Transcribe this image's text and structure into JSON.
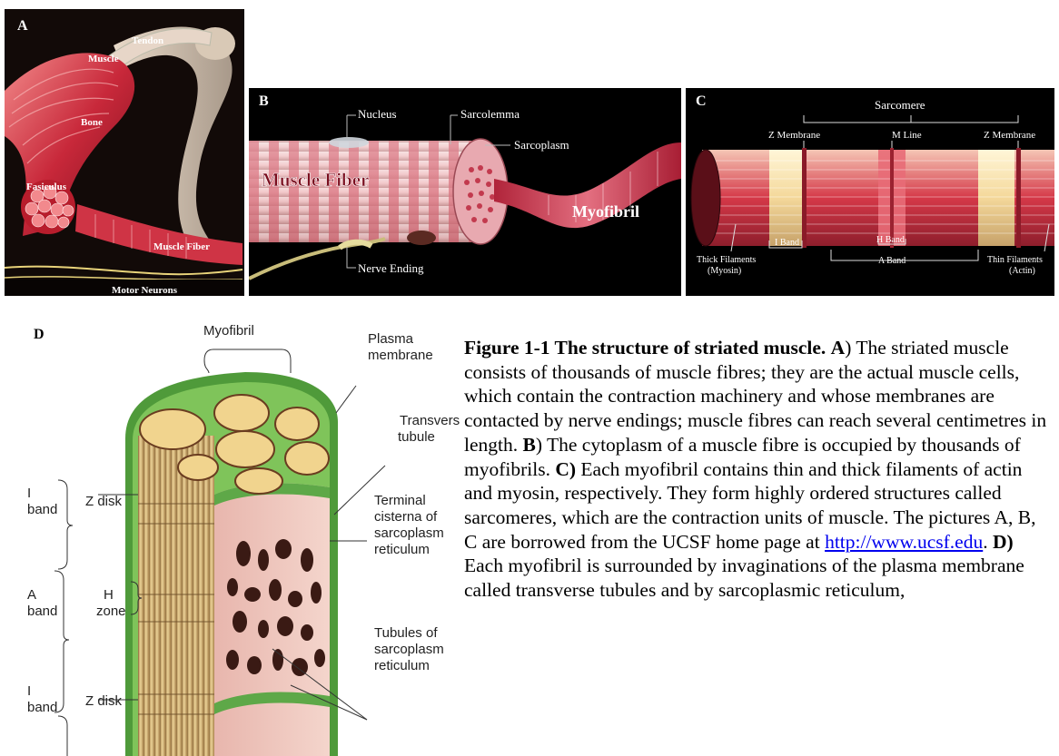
{
  "panel_a": {
    "letter": "A",
    "labels": {
      "tendon": "Tendon",
      "muscle": "Muscle",
      "bone": "Bone",
      "fasiculus": "Fasiculus",
      "muscle_fiber": "Muscle Fiber",
      "motor_neurons": "Motor Neurons"
    }
  },
  "panel_b": {
    "letter": "B",
    "labels": {
      "nucleus": "Nucleus",
      "sarcolemma": "Sarcolemma",
      "sarcoplasm": "Sarcoplasm",
      "muscle_fiber": "Muscle Fiber",
      "myofibril": "Myofibril",
      "nerve_ending": "Nerve Ending"
    }
  },
  "panel_c": {
    "letter": "C",
    "labels": {
      "sarcomere": "Sarcomere",
      "z_membrane_left": "Z Membrane",
      "m_line": "M Line",
      "z_membrane_right": "Z Membrane",
      "i_band": "I Band",
      "h_band": "H Band",
      "a_band": "A Band",
      "thick_filaments": "Thick Filaments",
      "myosin": "(Myosin)",
      "thin_filaments": "Thin Filaments",
      "actin": "(Actin)"
    }
  },
  "panel_d": {
    "letter": "D",
    "labels": {
      "myofibril": "Myofibril",
      "plasma_membrane_1": "Plasma",
      "plasma_membrane_2": "membrane",
      "transverse_tubule_1": "Transvers",
      "transverse_tubule_2": "tubule",
      "terminal_cisterna_1": "Terminal",
      "terminal_cisterna_2": "cisterna of",
      "terminal_cisterna_3": "sarcoplasm",
      "terminal_cisterna_4": "reticulum",
      "tubules_1": "Tubules of",
      "tubules_2": "sarcoplasm",
      "tubules_3": "reticulum",
      "i_band_top_1": "I",
      "i_band_top_2": "band",
      "z_disk_top": "Z disk",
      "a_band_1": "A",
      "a_band_2": "band",
      "h_zone_1": "H",
      "h_zone_2": "zone",
      "i_band_bottom_1": "I",
      "i_band_bottom_2": "band",
      "z_disk_bottom": "Z disk"
    }
  },
  "caption": {
    "title": "Figure 1-1 The structure of striated muscle.",
    "a_letter": "A",
    "a_text": ") The striated muscle consists of thousands of muscle fibres; they are the actual muscle cells, which contain the contraction machinery and whose membranes are contacted by nerve endings; muscle fibres can reach several centimetres in length.",
    "b_letter": "B",
    "b_text": ") The cytoplasm of a muscle fibre is occupied by thousands of myofibrils.",
    "c_letter": "C)",
    "c_text": " Each myofibril contains thin and thick filaments of actin and myosin, respectively. They form highly ordered structures called sarcomeres, which are the contraction units of muscle. The pictures A, B, C are borrowed from the UCSF home page at",
    "link": "http://www.ucsf.edu",
    "after_link": ".",
    "d_letter": "D)",
    "d_text": " Each myofibril is surrounded by invaginations of the plasma membrane called transverse tubules and by sarcoplasmic reticulum,"
  }
}
